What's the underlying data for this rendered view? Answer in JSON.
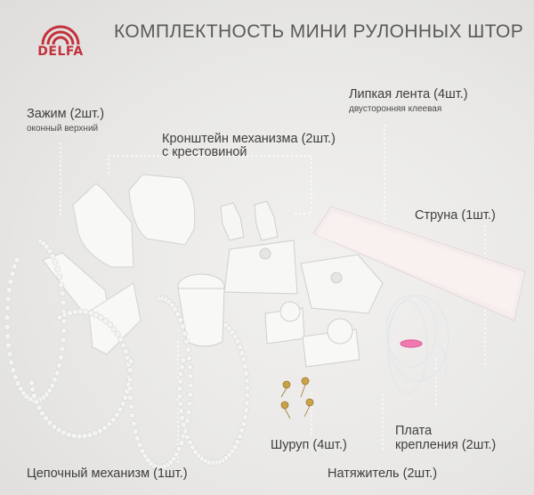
{
  "brand": {
    "name": "DELFA",
    "color": "#c4303b"
  },
  "title": "КОМПЛЕКТНОСТЬ МИНИ РУЛОННЫХ ШТОР",
  "parts": {
    "clamp": {
      "label": "Зажим  (2шт.)",
      "note": "оконный верхний"
    },
    "bracket": {
      "line1": "Кронштейн механизма (2шт.)",
      "line2": "с крестовиной"
    },
    "tape": {
      "label": "Липкая лента (4шт.)",
      "note": "двусторонняя клеевая"
    },
    "string": {
      "label": "Струна (1шт.)"
    },
    "plate": {
      "line1": "Плата",
      "line2": "крепления (2шт.)"
    },
    "screw": {
      "label": "Шуруп (4шт.)"
    },
    "tensioner": {
      "label": "Натяжитель  (2шт.)"
    },
    "chain": {
      "label": "Цепочный механизм (1шт.)"
    }
  }
}
